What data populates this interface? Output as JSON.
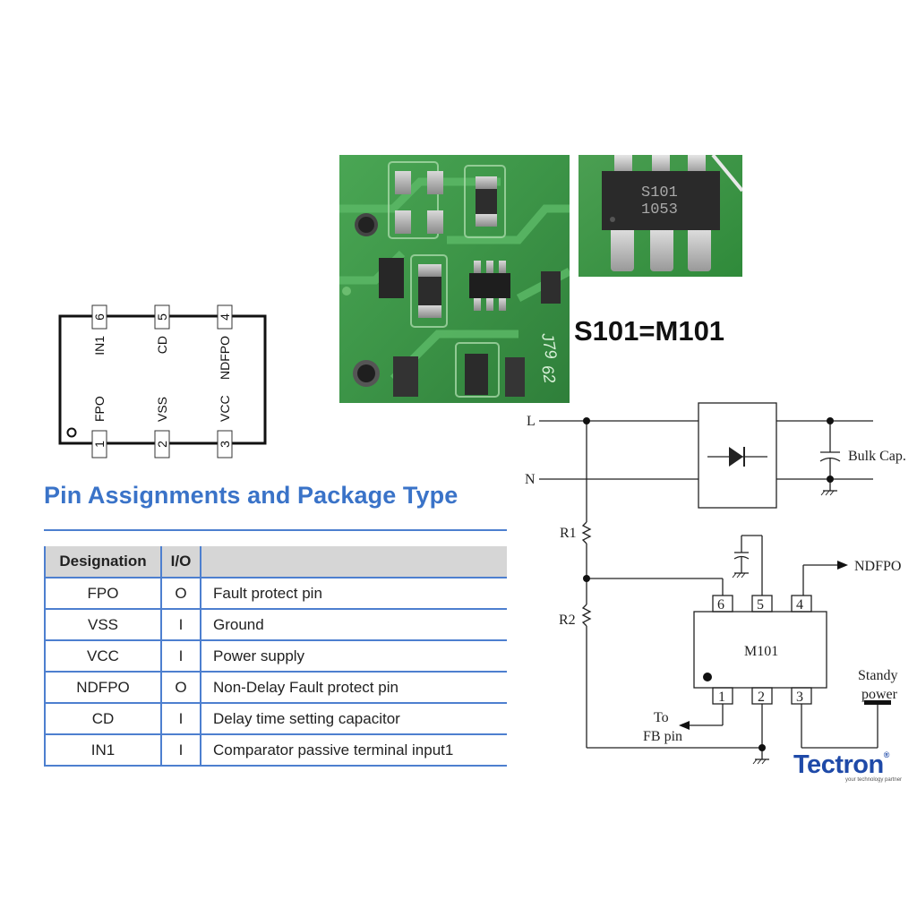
{
  "package": {
    "top_pins": [
      {
        "num": "6",
        "name": "IN1"
      },
      {
        "num": "5",
        "name": "CD"
      },
      {
        "num": "4",
        "name": "NDFPO"
      }
    ],
    "bottom_pins": [
      {
        "num": "1",
        "name": "FPO"
      },
      {
        "num": "2",
        "name": "VSS"
      },
      {
        "num": "3",
        "name": "VCC"
      }
    ]
  },
  "title": "Pin Assignments and Package Type",
  "table": {
    "headers": [
      "Designation",
      "I/O",
      ""
    ],
    "rows": [
      {
        "designation": "FPO",
        "io": "O",
        "description": "Fault protect pin"
      },
      {
        "designation": "VSS",
        "io": "I",
        "description": "Ground"
      },
      {
        "designation": "VCC",
        "io": "I",
        "description": "Power supply"
      },
      {
        "designation": "NDFPO",
        "io": "O",
        "description": "Non-Delay Fault protect pin"
      },
      {
        "designation": "CD",
        "io": "I",
        "description": "Delay time setting capacitor"
      },
      {
        "designation": "IN1",
        "io": "I",
        "description": "Comparator passive terminal input1"
      }
    ]
  },
  "photos": {
    "board_silkscreen": [
      "J79",
      "62"
    ],
    "chip_marking": [
      "S101",
      "1053"
    ]
  },
  "equation": "S101=M101",
  "schematic": {
    "line_l": "L",
    "line_n": "N",
    "bulk_cap": "Bulk Cap.",
    "r1": "R1",
    "r2": "R2",
    "chip": "M101",
    "pins": [
      "6",
      "5",
      "4",
      "1",
      "2",
      "3"
    ],
    "ndfpo_label": "NDFPO",
    "standby_line1": "Standy",
    "standby_line2": "power",
    "fb_line1": "To",
    "fb_line2": "FB pin"
  },
  "brand": {
    "name": "Tectron",
    "reg": "®",
    "tagline": "your technology partner"
  },
  "colors": {
    "accent_blue": "#3a73c8",
    "table_rule": "#4d7fcf",
    "header_gray": "#d6d6d6",
    "pcb_green": "#3f9a4a",
    "brand_blue": "#1f4aa8"
  }
}
